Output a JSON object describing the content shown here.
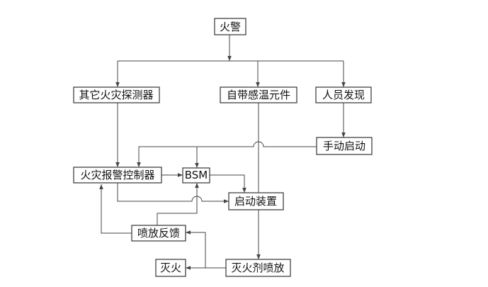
{
  "nodes": {
    "fire_alarm": "火警",
    "other_detectors": "其它火灾探测器",
    "self_sensing_element": "自带感温元件",
    "personnel_discovery": "人员发现",
    "manual_start": "手动启动",
    "fire_alarm_controller": "火灾报警控制器",
    "bsm": "BSM",
    "start_device": "启动装置",
    "spray_feedback": "喷放反馈",
    "extinguish": "灭火",
    "agent_spray": "灭火剂喷放"
  },
  "colors": {
    "line": "#444444",
    "box_border": "#333333",
    "text": "#111111",
    "background": "#ffffff"
  }
}
